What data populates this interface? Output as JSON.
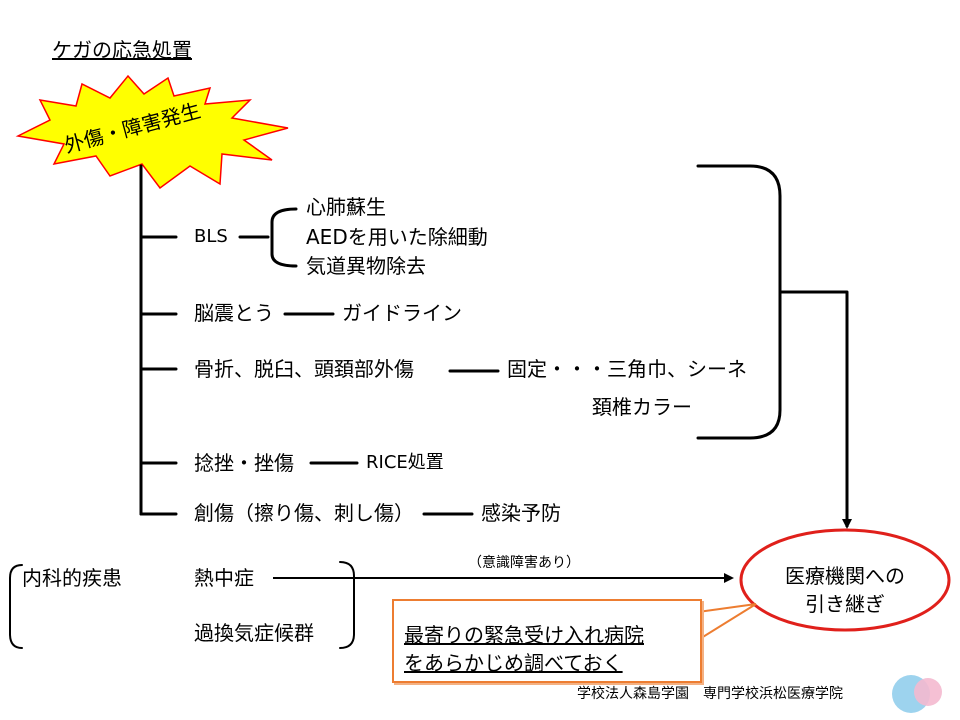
{
  "title": "ケガの応急処置",
  "burst": "外傷・障害発生",
  "items": {
    "bls": "BLS",
    "bls_sub1": "心肺蘇生",
    "bls_sub2": "AEDを用いた除細動",
    "bls_sub3": "気道異物除去",
    "concussion": "脳震とう",
    "guideline": "ガイドライン",
    "fracture": "骨折、脱臼、頭頚部外傷",
    "fix": "固定・・・三角巾、シーネ",
    "collar": "頚椎カラー",
    "sprain": "捻挫・挫傷",
    "rice": "RICE処置",
    "wound": "創傷（擦り傷、刺し傷）",
    "infection": "感染予防"
  },
  "internal": {
    "label": "内科的疾患",
    "heatstroke": "熱中症",
    "hyperventilation": "過換気症候群",
    "consciousness_note": "（意識障害あり）"
  },
  "handover": {
    "line1": "医療機関への",
    "line2": "引き継ぎ"
  },
  "note": {
    "line1": "最寄りの緊急受け入れ病院",
    "line2": "をあらかじめ調べておく"
  },
  "footer": "学校法人森島学園　専門学校浜松医療学院",
  "colors": {
    "burst_fill": "#ffff00",
    "burst_stroke": "#ff0000",
    "ellipse_stroke": "#e0201b",
    "note_border": "#ed7d31",
    "logo_blue": "#9dd3ee",
    "logo_pink": "#f4b9cf"
  }
}
